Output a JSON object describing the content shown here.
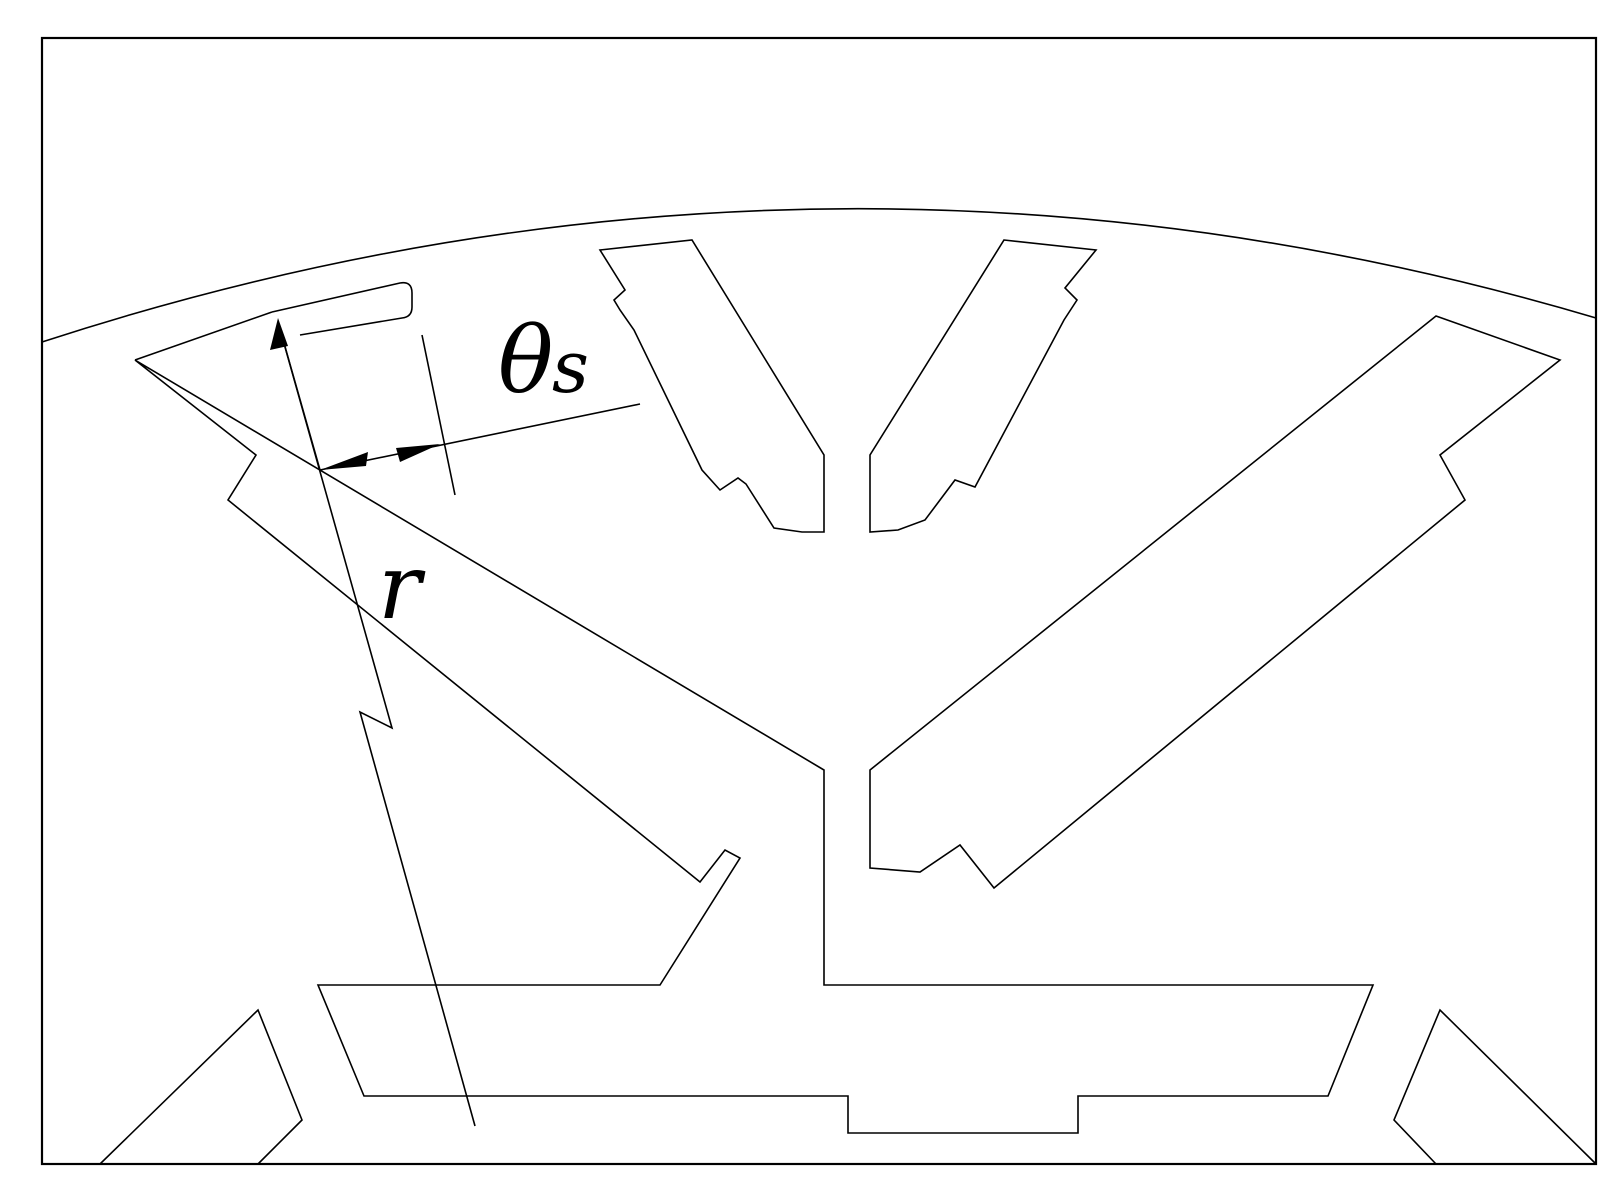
{
  "diagram": {
    "colors": {
      "stroke": "#000000",
      "background": "#ffffff"
    },
    "labels": {
      "theta_symbol": "θ",
      "theta_subscript": "s",
      "radius": "r"
    }
  }
}
